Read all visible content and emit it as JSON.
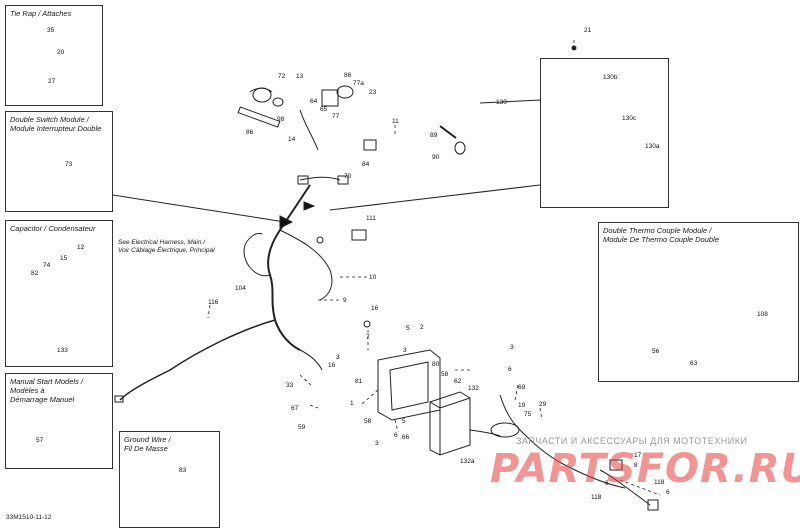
{
  "diagram_code": "33M1510-11-12",
  "boxes": {
    "tie_rap": {
      "title": "Tie Rap / Attaches",
      "labels": [
        "35",
        "20",
        "27"
      ]
    },
    "double_switch": {
      "title": "Double Switch Module /\nModule Interrupteur Double",
      "labels": [
        "73"
      ]
    },
    "capacitor": {
      "title": "Capacitor / Condensateur",
      "labels": [
        "12",
        "74",
        "15",
        "82",
        "133"
      ]
    },
    "manual_start": {
      "title": "Manual Start Models /\nModèles à\nDémarrage Manuel",
      "labels": [
        "57"
      ]
    },
    "ground_wire": {
      "title": "Ground Wire /\nFil De Masse",
      "labels": [
        "83"
      ]
    },
    "thermo": {
      "title": "Double Thermo Couple Module /\nModule De Thermo Couple Double",
      "labels": [
        "108",
        "56",
        "63"
      ]
    },
    "gauge": {
      "labels": [
        "130",
        "130b",
        "130c",
        "130a"
      ]
    }
  },
  "harness_note": "See Electrical Harness, Main /\nVoir Câblage Électrique, Principal",
  "part_labels": [
    "72",
    "13",
    "86",
    "77a",
    "64",
    "65",
    "77",
    "23",
    "98",
    "86",
    "14",
    "11",
    "89",
    "90",
    "84",
    "70",
    "21",
    "111",
    "104",
    "10",
    "9",
    "116",
    "16",
    "7",
    "5",
    "2",
    "3",
    "16",
    "80",
    "58",
    "81",
    "62",
    "69",
    "132",
    "75",
    "19",
    "29",
    "33",
    "1",
    "58",
    "5",
    "6",
    "66",
    "67",
    "59",
    "3",
    "132a",
    "8",
    "118",
    "6",
    "118",
    "6",
    "3",
    "3",
    "6",
    "17"
  ],
  "watermark": {
    "small": "ЗАПЧАСТИ И АКСЕССУАРЫ ДЛЯ МОТОТЕХНИКИ",
    "large": "PARTSFOR.RU",
    "color": "#e63c3c"
  }
}
